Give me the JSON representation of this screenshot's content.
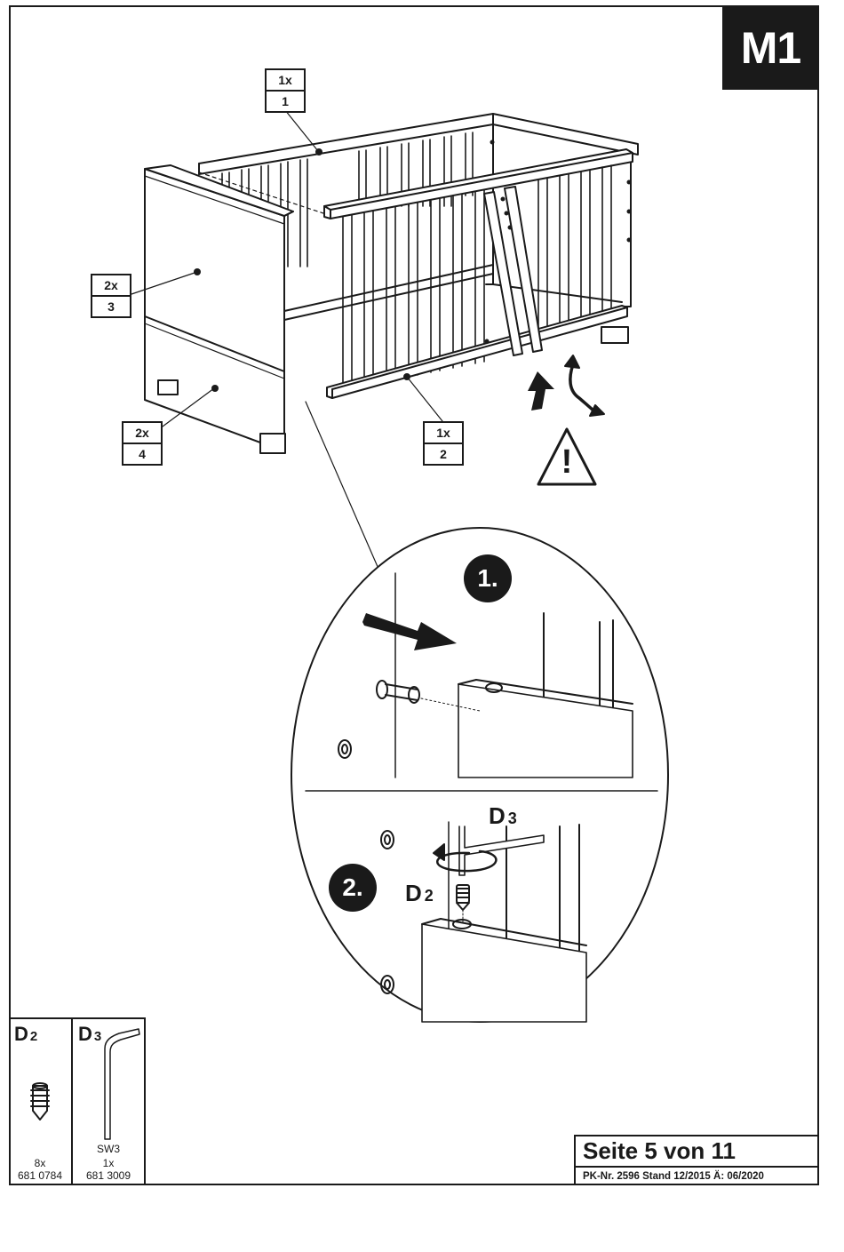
{
  "step": "M1",
  "callouts": [
    {
      "qty": "1x",
      "part": "1"
    },
    {
      "qty": "2x",
      "part": "3"
    },
    {
      "qty": "2x",
      "part": "4"
    },
    {
      "qty": "1x",
      "part": "2"
    }
  ],
  "warning_symbol": "!",
  "detail": {
    "step1": "1.",
    "step2": "2.",
    "label_d3": {
      "letter": "D",
      "sub": "3"
    },
    "label_d2": {
      "letter": "D",
      "sub": "2"
    }
  },
  "parts": [
    {
      "letter": "D",
      "sub": "2",
      "size": "",
      "qty": "8x",
      "article": "681 0784",
      "icon": "grub-screw-icon"
    },
    {
      "letter": "D",
      "sub": "3",
      "size": "SW3",
      "qty": "1x",
      "article": "681 3009",
      "icon": "allen-key-icon"
    }
  ],
  "footer": {
    "page": "Seite 5 von 11",
    "meta": "PK-Nr. 2596   Stand 12/2015   Ä: 06/2020"
  },
  "colors": {
    "ink": "#1a1a1a",
    "paper": "#ffffff"
  }
}
